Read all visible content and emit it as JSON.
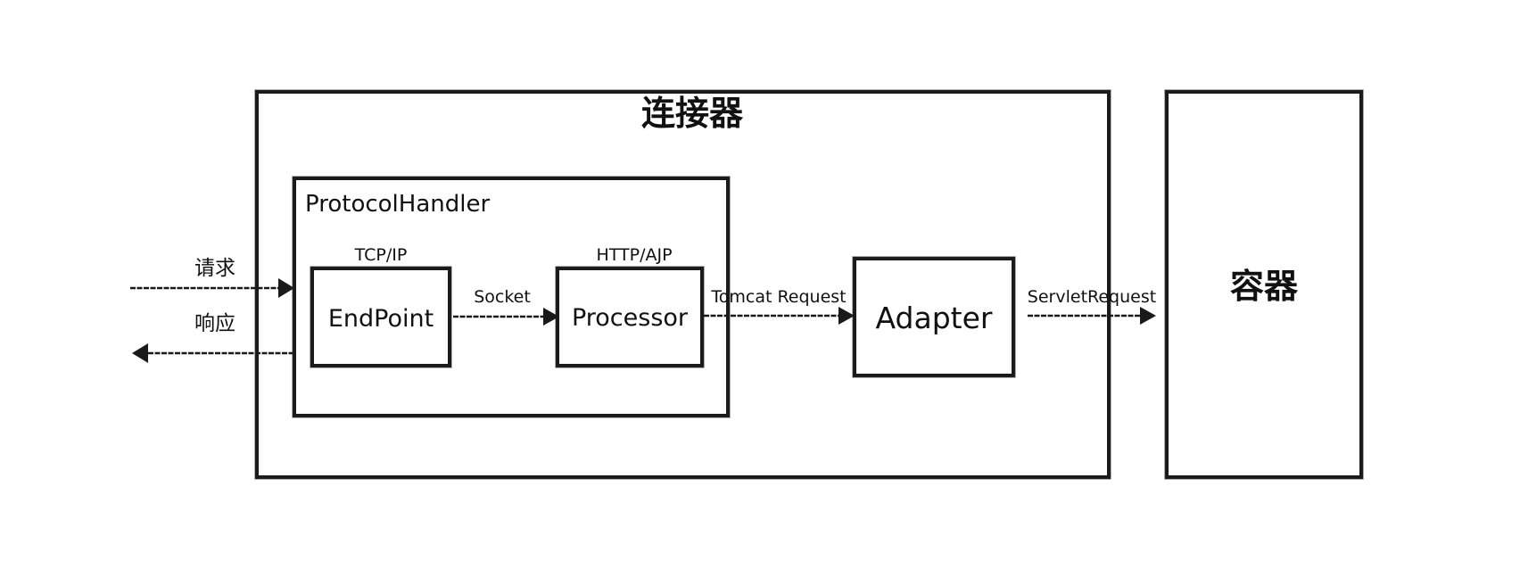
{
  "connector": {
    "title": "连接器"
  },
  "container": {
    "title": "容器"
  },
  "protocol_handler": {
    "title": "ProtocolHandler"
  },
  "endpoint": {
    "label": "EndPoint",
    "protocol": "TCP/IP"
  },
  "processor": {
    "label": "Processor",
    "protocol": "HTTP/AJP"
  },
  "adapter": {
    "label": "Adapter"
  },
  "edges": {
    "request": "请求",
    "response": "响应",
    "socket": "Socket",
    "tomcat_request": "Tomcat Request",
    "servlet_request": "ServletRequest"
  }
}
